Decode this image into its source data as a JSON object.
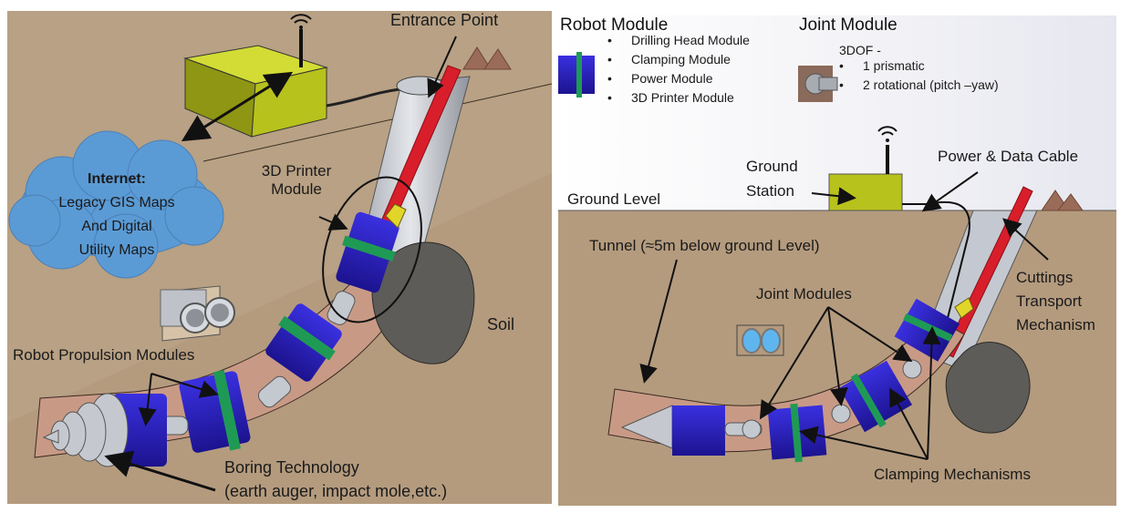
{
  "left_panel": {
    "labels": {
      "entrance_point": "Entrance Point",
      "internet_title": "Internet:",
      "internet_line1": "Legacy GIS Maps",
      "internet_line2": "And Digital",
      "internet_line3": "Utility Maps",
      "printer_line1": "3D Printer",
      "printer_line2": "Module",
      "soil": "Soil",
      "propulsion": "Robot Propulsion Modules",
      "boring_line1": "Boring Technology",
      "boring_line2": "(earth auger, impact mole,etc.)"
    }
  },
  "right_panel": {
    "legend": {
      "robot_module_title": "Robot Module",
      "robot_module_items": [
        "Drilling Head Module",
        "Clamping Module",
        "Power Module",
        "3D Printer Module"
      ],
      "joint_module_title": "Joint Module",
      "joint_dof": "3DOF -",
      "joint_module_items": [
        "1 prismatic",
        "2 rotational (pitch –yaw)"
      ]
    },
    "labels": {
      "ground_station_line1": "Ground",
      "ground_station_line2": "Station",
      "power_data_cable": "Power & Data Cable",
      "ground_level": "Ground Level",
      "tunnel": "Tunnel (≈5m below ground Level)",
      "joint_modules": "Joint Modules",
      "cuttings_line1": "Cuttings",
      "cuttings_line2": "Transport",
      "cuttings_line3": "Mechanism",
      "clamping_mechanisms": "Clamping Mechanisms"
    }
  },
  "colors": {
    "soil": "#b49b7e",
    "module_blue": "#2a1fc4",
    "clamp_green": "#1f9a55",
    "station_yellow": "#b8c21c",
    "cuttings_red": "#d81e2a",
    "cloud_blue": "#5b9bd5",
    "tunnel_pink": "#c89a86"
  }
}
